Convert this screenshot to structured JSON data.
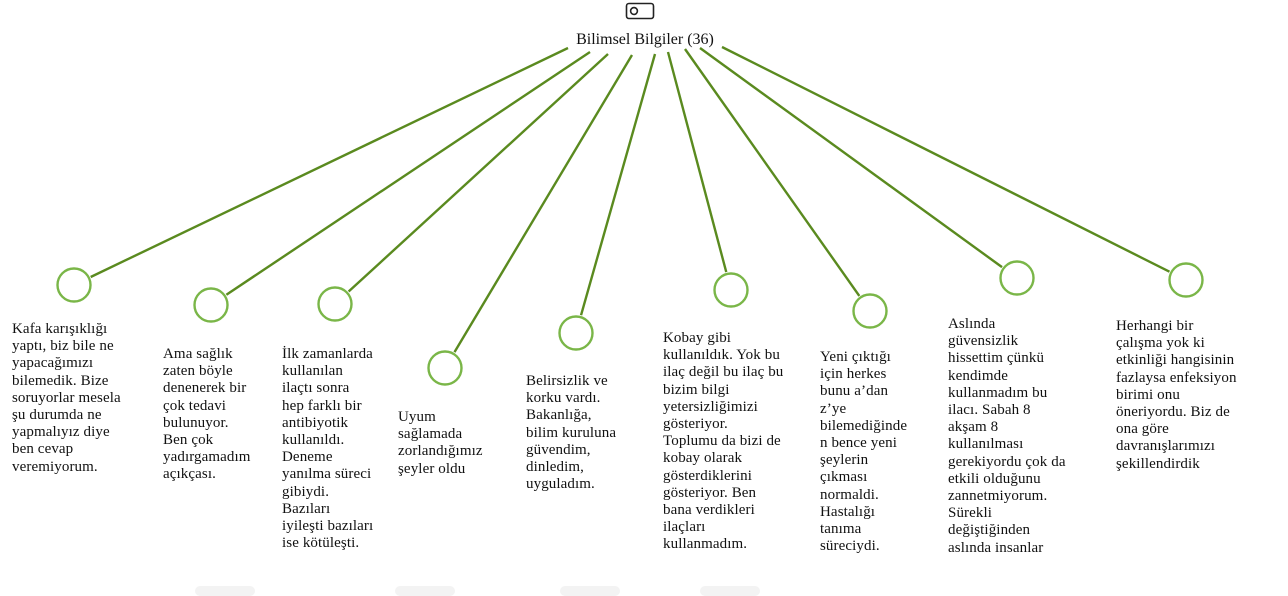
{
  "root": {
    "label": "Bilimsel Bilgiler (36)",
    "icon": "tag-icon"
  },
  "colors": {
    "line": "#5a8a1f",
    "node": "#7ab648",
    "text": "#111111"
  },
  "leaves": [
    {
      "id": "leaf-1",
      "text": "Kafa karışıklığı\nyaptı, biz bile ne\nyapacağımızı\nbilemedik. Bize\nsoruyorlar mesela\nşu durumda ne\nyapmalıyız diye\nben cevap\nveremiyorum."
    },
    {
      "id": "leaf-2",
      "text": "Ama sağlık\nzaten böyle\ndenenerek bir\nçok tedavi\nbulunuyor.\nBen çok\nyadırgamadım\naçıkçası."
    },
    {
      "id": "leaf-3",
      "text": "İlk zamanlarda\nkullanılan\nilaçtı sonra\nhep farklı bir\nantibiyotik\nkullanıldı.\nDeneme\nyanılma süreci\ngibiydi.\nBazıları\niyileşti bazıları\nise kötüleşti."
    },
    {
      "id": "leaf-4",
      "text": "Uyum\nsağlamada\nzorlandığımız\nşeyler oldu"
    },
    {
      "id": "leaf-5",
      "text": "Belirsizlik ve\nkorku vardı.\nBakanlığa,\nbilim kuruluna\ngüvendim,\ndinledim,\nuyguladım."
    },
    {
      "id": "leaf-6",
      "text": "Kobay gibi\nkullanıldık. Yok bu\nilaç değil bu ilaç bu\nbizim bilgi\nyetersizliğimizi\ngösteriyor.\nToplumu da bizi de\nkobay olarak\ngösterdiklerini\ngösteriyor. Ben\nbana verdikleri\nilaçları\nkullanmadım."
    },
    {
      "id": "leaf-7",
      "text": "Yeni çıktığı\niçin herkes\nbunu a’dan\nz’ye\nbilemediğinde\nn bence yeni\nşeylerin\nçıkması\nnormaldi.\nHastalığı\ntanıma\nsüreciydi."
    },
    {
      "id": "leaf-8",
      "text": "Aslında\ngüvensizlik\nhissettim çünkü\nkendimde\nkullanmadım bu\nilacı. Sabah 8\nakşam 8\nkullanılması\ngerekiyordu çok da\netkili olduğunu\nzannetmiyorum.\nSürekli\ndeğiştiğinden\naslında insanlar"
    },
    {
      "id": "leaf-9",
      "text": "Herhangi bir\nçalışma yok ki\netkinliği hangisinin\nfazlaysa enfeksiyon\nbirimi onu\nöneriyordu. Biz de\nona göre\ndavranışlarımızı\nşekillendirdik"
    }
  ]
}
